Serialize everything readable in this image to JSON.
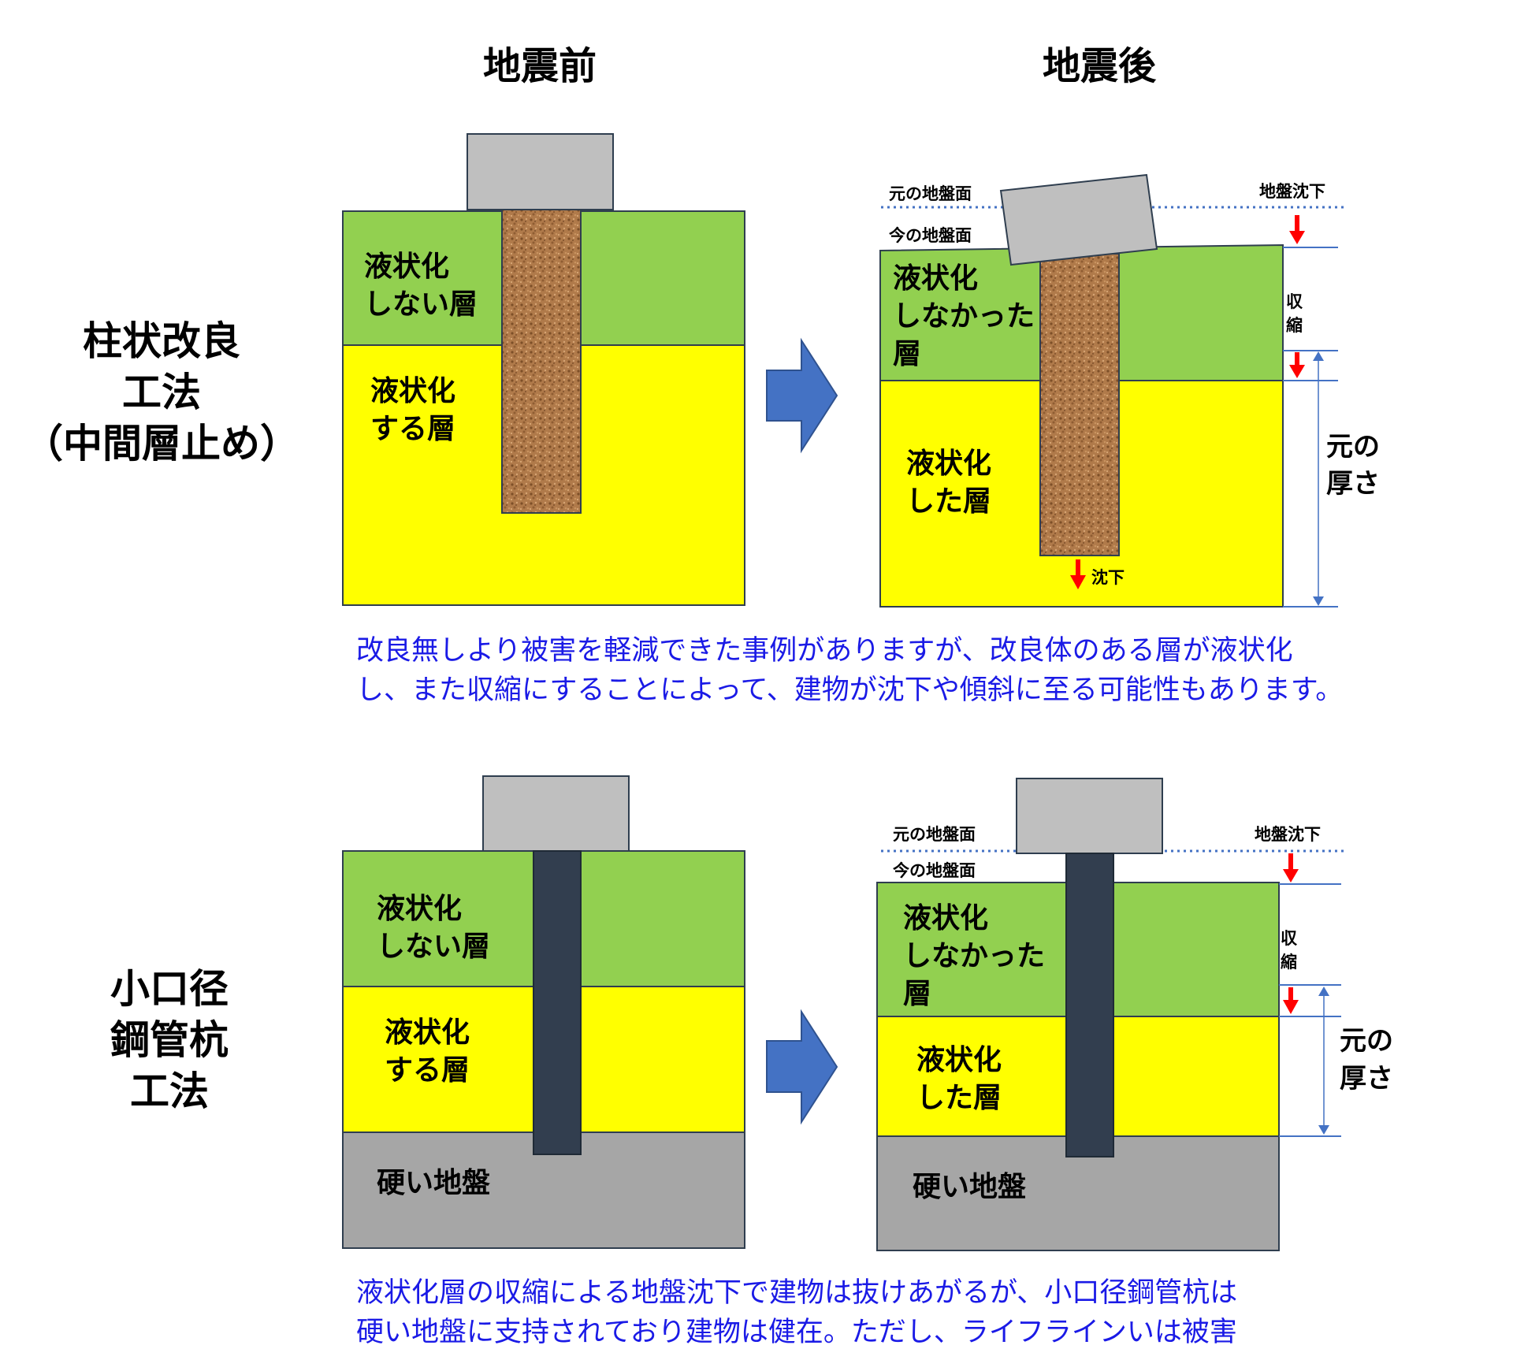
{
  "headers": {
    "before": "地震前",
    "after": "地震後"
  },
  "method1": {
    "title_lines": [
      "柱状改良",
      "工法",
      "（中間層止め）"
    ],
    "before": {
      "upper_layer": [
        "液状化",
        "しない層"
      ],
      "lower_layer": [
        "液状化",
        "する層"
      ]
    },
    "after": {
      "original_surface": "元の地盤面",
      "current_surface": "今の地盤面",
      "settlement": "地盤沈下",
      "upper_layer": [
        "液状化",
        "しなかった",
        "層"
      ],
      "lower_layer": [
        "液状化",
        "した層"
      ],
      "shrink": [
        "収",
        "縮"
      ],
      "original_thickness": [
        "元の",
        "厚さ"
      ],
      "pile_settle": "沈下"
    },
    "note_lines": [
      "改良無しより被害を軽減できた事例がありますが、改良体のある層が液状化",
      "し、また収縮にすることによって、建物が沈下や傾斜に至る可能性もあります。"
    ]
  },
  "method2": {
    "title_lines": [
      "小口径",
      "鋼管杭",
      "工法"
    ],
    "before": {
      "upper_layer": [
        "液状化",
        "しない層"
      ],
      "middle_layer": [
        "液状化",
        "する層"
      ],
      "bottom_layer": "硬い地盤"
    },
    "after": {
      "original_surface": "元の地盤面",
      "current_surface": "今の地盤面",
      "settlement": "地盤沈下",
      "upper_layer": [
        "液状化",
        "しなかった",
        "層"
      ],
      "middle_layer": [
        "液状化",
        "した層"
      ],
      "bottom_layer": "硬い地盤",
      "shrink": [
        "収",
        "縮"
      ],
      "original_thickness": [
        "元の",
        "厚さ"
      ]
    },
    "note_lines": [
      "液状化層の収縮による地盤沈下で建物は抜けあがるが、小口径鋼管杭は",
      "硬い地盤に支持されており建物は健在。ただし、ライフラインいは被害"
    ]
  },
  "colors": {
    "green": "#92d050",
    "yellow": "#ffff00",
    "hard_ground": "#a6a6a6",
    "building": "#bfbfbf",
    "steel_pile": "#323e4f",
    "arrow_blue": "#4472c4",
    "red_arrow": "#ff0000",
    "line_blue": "#4472c4",
    "note_text": "#1a1ae6"
  }
}
